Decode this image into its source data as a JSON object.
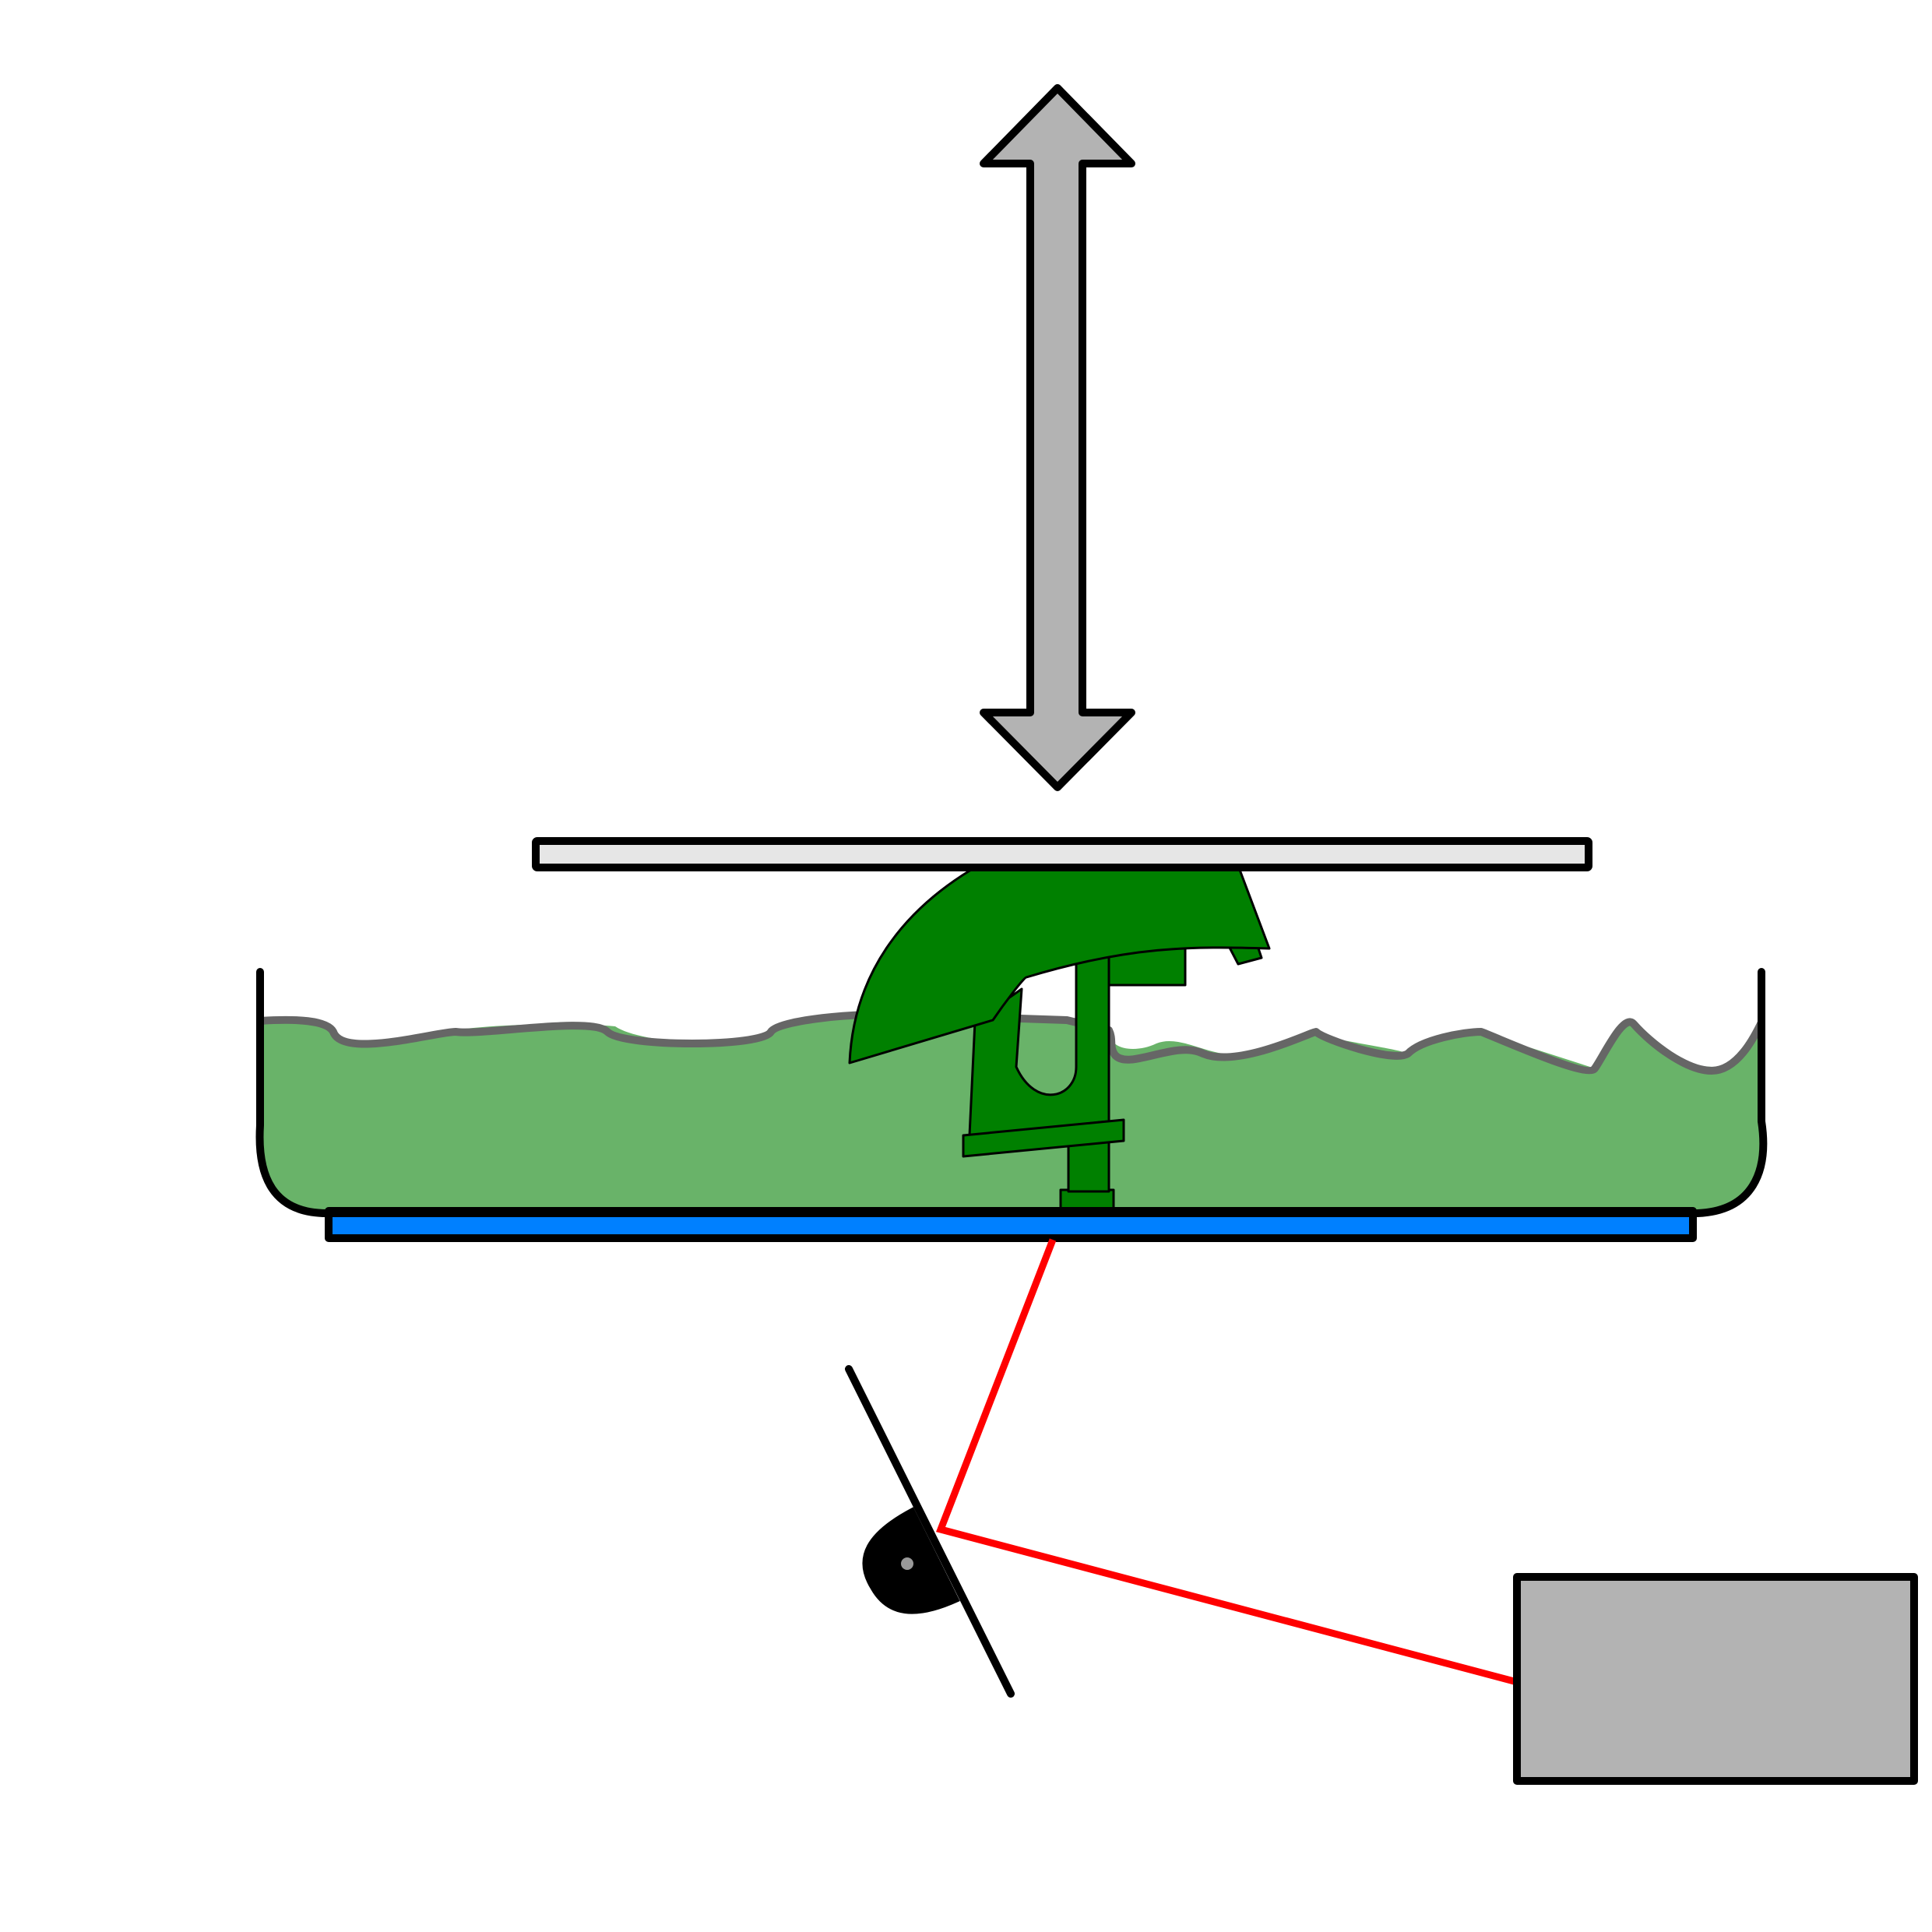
{
  "diagram": {
    "kind": "stereolithography-printer-schematic",
    "colors": {
      "background": "#ffffff",
      "outline": "#000000",
      "arrow_fill": "#b3b3b3",
      "build_plate_fill": "#e6e6e6",
      "resin_fill": "#69b369",
      "resin_surface": "#666666",
      "printed_part": "#008000",
      "vat_window": "#0080ff",
      "laser_beam": "#ff0000",
      "laser_source_fill": "#b3b3b3",
      "galvo_mirror": "#000000",
      "mirror_pivot": "#999999"
    },
    "components": [
      {
        "id": "z-axis-arrow",
        "icon": "double-headed-vertical-arrow"
      },
      {
        "id": "build-platform"
      },
      {
        "id": "resin-vat"
      },
      {
        "id": "liquid-resin"
      },
      {
        "id": "printed-object"
      },
      {
        "id": "transparent-vat-bottom"
      },
      {
        "id": "laser-beam"
      },
      {
        "id": "galvanometer-mirror"
      },
      {
        "id": "laser-source"
      }
    ]
  }
}
